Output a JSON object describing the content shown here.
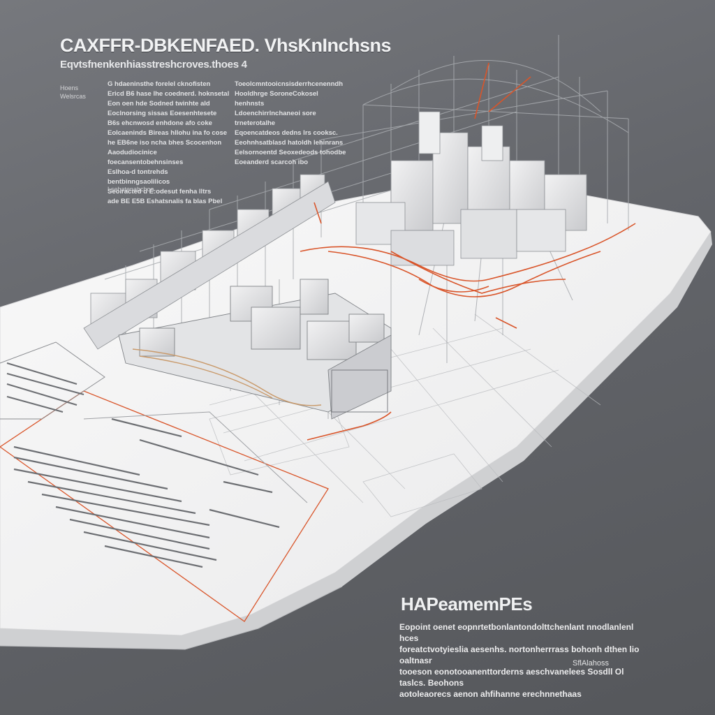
{
  "header": {
    "title": "CAXFFR-DBKENFAED. VhsKnInchsns",
    "subtitle": "Eqvtsfnenkenhiasstreshcroves.thoes 4"
  },
  "sidebar_label": [
    "Hoens",
    "Welsrcas"
  ],
  "columns": {
    "left": [
      "G hdaeninsthe forelel cknofisten",
      "Ericd B6 hase lhe coednerd. hoknsetal",
      "Eon oen hde Sodned twinhte ald",
      "Eoclnorsing sissas Eoesenhtesete",
      "B6s ehcnwosd enhdone afo coke",
      "Eolcaeninds Bireas hllohu ina fo cose",
      "he EB6ne iso ncha bhes Scocenhon",
      "Aaodudiocinice foecansentobehnsinses",
      "Eslhoa-d tontrehds bentbinngsaolilicos",
      "Seoiracted d E:odesut fenha lltrs",
      "ade BE E5B Eshatsnalis fa blas Pbel"
    ],
    "left_footer": "Lsehatenahchoa",
    "right": [
      "Toeolcmntooicnsisderrhcenenndh",
      "Hooldhrge SoroneCokosel henhnsts",
      "Ldoenchirrlnchaneoi sore trneterotalhe",
      "Eqoencatdeos dedns lrs cooksc.",
      "Eeohnhsatblasd hatoldh lehinrans",
      "Eelsornoentd Seoxedeods tohodbe",
      "Eoeanderd scarcoh ibo"
    ]
  },
  "section": {
    "title": "HAPeamemPEs",
    "body": [
      "Eopoint oenet eopnrtetbonlantondolttchenlant nnodlanlenl hces",
      "foreatctvotyieslia aesenhs. nortonherrrass bohonh dthen lio oaltnasr",
      "tooeson eonotooanenttorderns aeschvanelees Sosdll Ol taslcs. Beohons",
      "aotoleaorecs aenon ahfihanne erechnnethaas"
    ],
    "footer": "SflAlahoss"
  },
  "colors": {
    "background": "#696b70",
    "paper": "#f6f6f6",
    "accent_orange": "#d9552a",
    "wire": "#9a9da2",
    "building": "#dfe0e2"
  }
}
